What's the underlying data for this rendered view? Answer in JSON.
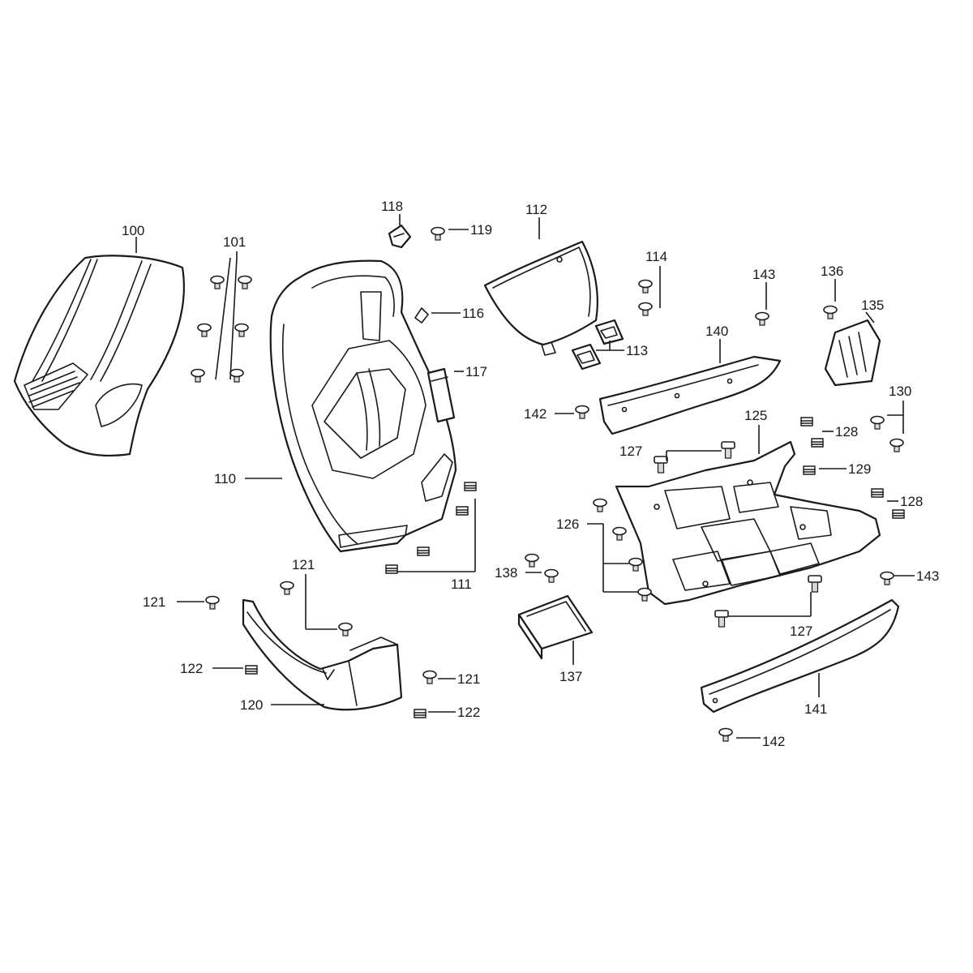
{
  "diagram": {
    "colors": {
      "line": "#1a1a1a",
      "background": "#ffffff"
    },
    "callouts": [
      {
        "id": "100",
        "text": "100"
      },
      {
        "id": "101",
        "text": "101"
      },
      {
        "id": "110",
        "text": "110"
      },
      {
        "id": "111",
        "text": "111"
      },
      {
        "id": "112",
        "text": "112"
      },
      {
        "id": "113",
        "text": "113"
      },
      {
        "id": "114",
        "text": "114"
      },
      {
        "id": "116",
        "text": "116"
      },
      {
        "id": "117",
        "text": "117"
      },
      {
        "id": "118",
        "text": "118"
      },
      {
        "id": "119",
        "text": "119"
      },
      {
        "id": "120",
        "text": "120"
      },
      {
        "id": "121a",
        "text": "121"
      },
      {
        "id": "121b",
        "text": "121"
      },
      {
        "id": "121c",
        "text": "121"
      },
      {
        "id": "122a",
        "text": "122"
      },
      {
        "id": "122b",
        "text": "122"
      },
      {
        "id": "125",
        "text": "125"
      },
      {
        "id": "126",
        "text": "126"
      },
      {
        "id": "127a",
        "text": "127"
      },
      {
        "id": "127b",
        "text": "127"
      },
      {
        "id": "128a",
        "text": "128"
      },
      {
        "id": "128b",
        "text": "128"
      },
      {
        "id": "129",
        "text": "129"
      },
      {
        "id": "130",
        "text": "130"
      },
      {
        "id": "135",
        "text": "135"
      },
      {
        "id": "136",
        "text": "136"
      },
      {
        "id": "137",
        "text": "137"
      },
      {
        "id": "138",
        "text": "138"
      },
      {
        "id": "140",
        "text": "140"
      },
      {
        "id": "141",
        "text": "141"
      },
      {
        "id": "142a",
        "text": "142"
      },
      {
        "id": "142b",
        "text": "142"
      },
      {
        "id": "143a",
        "text": "143"
      },
      {
        "id": "143b",
        "text": "143"
      }
    ]
  }
}
